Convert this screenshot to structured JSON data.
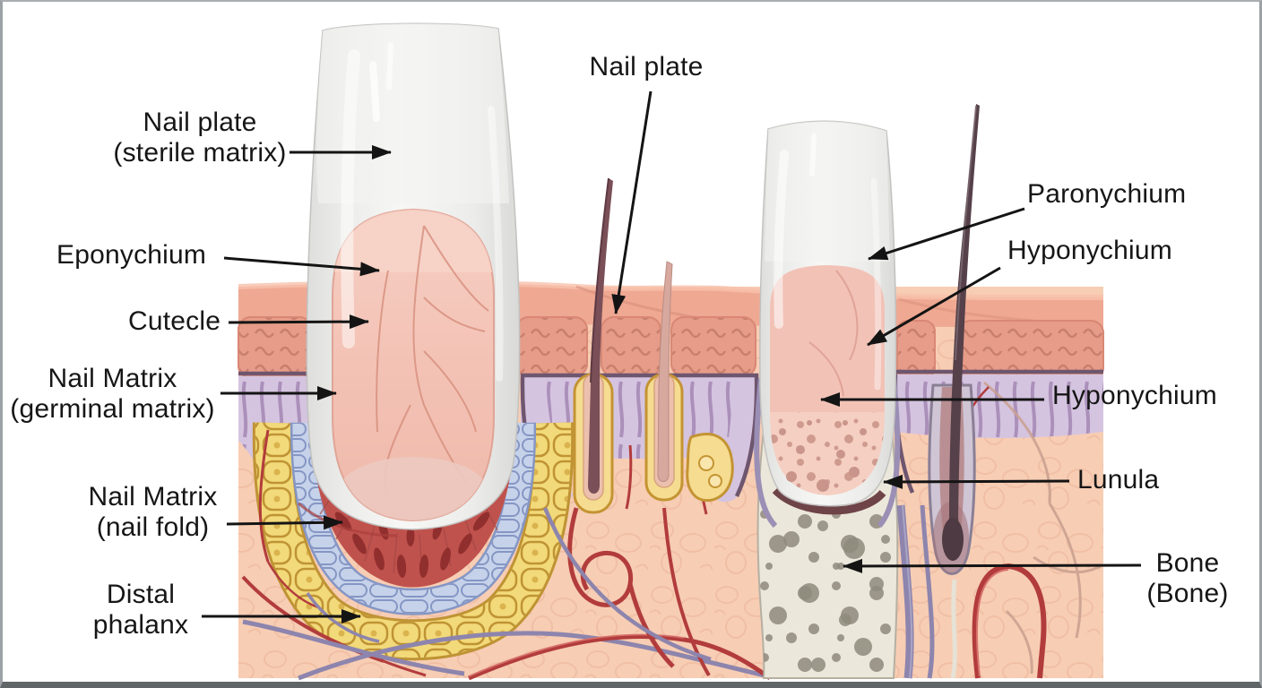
{
  "figure": {
    "subject": "Fingernail anatomy cross-section diagram",
    "style": "medical illustration"
  },
  "labels": {
    "nail_plate_sterile": {
      "line1": "Nail plate",
      "line2": "(sterile matrix)"
    },
    "nail_plate_top": {
      "text": "Nail plate"
    },
    "eponychium": {
      "text": "Eponychium"
    },
    "cuticle": {
      "text": "Cutecle"
    },
    "nail_matrix_germinal": {
      "line1": "Nail Matrix",
      "line2": "(germinal matrix)"
    },
    "nail_matrix_nail_fold": {
      "line1": "Nail Matrix",
      "line2": "(nail fold)"
    },
    "distal_phalanx": {
      "line1": "Distal",
      "line2": "phalanx"
    },
    "paronychium": {
      "text": "Paronychium"
    },
    "hyponychium_upper": {
      "text": "Hyponychium"
    },
    "hyponychium_right": {
      "text": "Hyponychium"
    },
    "lunula": {
      "text": "Lunula"
    },
    "bone": {
      "line1": "Bone",
      "line2": "(Bone)"
    }
  },
  "colors": {
    "background": "#ffffff",
    "frame_border": "#9ba1a4",
    "label_text": "#161616",
    "leader_line": "#141414",
    "skin_surface": "#efa892",
    "epidermis_block": "#e69c88",
    "lavender_layer": "#d5c4e0",
    "lavender_top_line": "#6f566f",
    "blue_cell_layer": "#c6d2ea",
    "yellow_cell_layer": "#f2d979",
    "dermis": "#f7cdb4",
    "nail_plate": "#efefed",
    "nail_bed": "#f3c2b5",
    "matrix_red": "#c0524d",
    "matrix_cell_dark": "#8e2d2c",
    "bone_fill": "#ebe7db",
    "bone_spot": "#8f8a7c",
    "hair_dark": "#7a4f58",
    "hair_light": "#d6a89e",
    "hair_brown": "#564049",
    "vessel_red": "#b23c3c",
    "vessel_slate": "#8d85ad"
  }
}
